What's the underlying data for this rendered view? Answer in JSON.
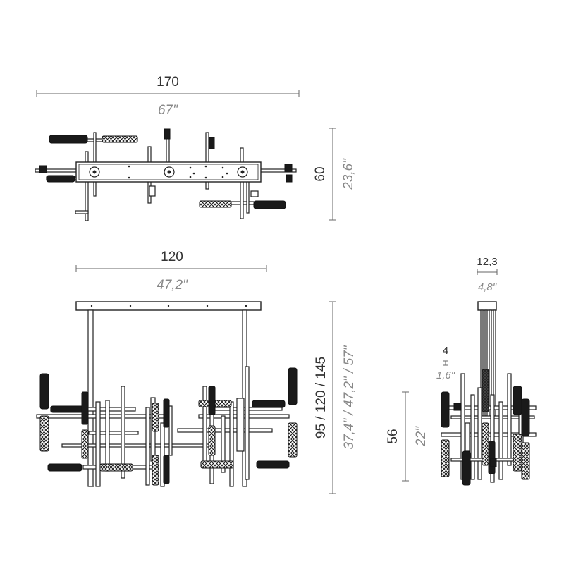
{
  "top_view": {
    "width_cm": "170",
    "width_in": "67\"",
    "depth_cm": "60",
    "depth_in": "23,6\""
  },
  "front_view": {
    "width_cm": "120",
    "width_in": "47,2\"",
    "height_cm": "95 / 120 / 145",
    "height_in": "37,4\" / 47,2\" / 57\""
  },
  "side_view": {
    "canopy_cm": "12,3",
    "canopy_in": "4,8\"",
    "rod_cm": "4",
    "rod_in": "1,6\"",
    "body_cm": "56",
    "body_in": "22\""
  }
}
